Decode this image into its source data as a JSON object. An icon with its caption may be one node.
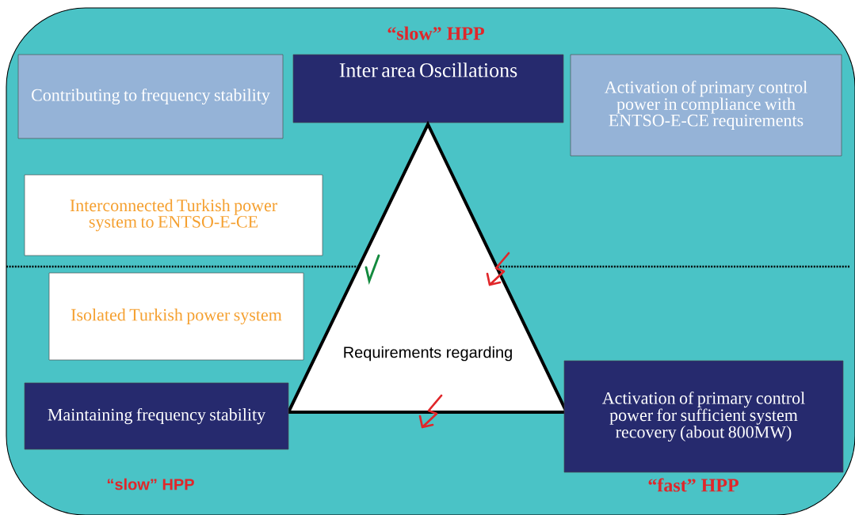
{
  "diagram": {
    "nodes": [
      {
        "text": [
          "Contributing to frequency stability"
        ]
      },
      {
        "text": [
          "Inter area Oscillations"
        ]
      },
      {
        "text": [
          "Activation of primary control power in compliance with ENTSO-E-CE requirements"
        ]
      },
      {
        "text": [
          "Interconnected Turkish power system to ENTSO-E-CE"
        ]
      },
      {
        "text": [
          "Isolated Turkish power system"
        ]
      },
      {
        "text": [
          "Requirements regarding"
        ]
      },
      {
        "text": [
          "Maintaining frequency stability"
        ]
      },
      {
        "text": [
          "Activation of primary control power for sufficient system recovery (about 800MW)"
        ]
      }
    ],
    "labels": [
      "“slow” HPP",
      "“slow” HPP",
      "“fast” HPP"
    ]
  }
}
